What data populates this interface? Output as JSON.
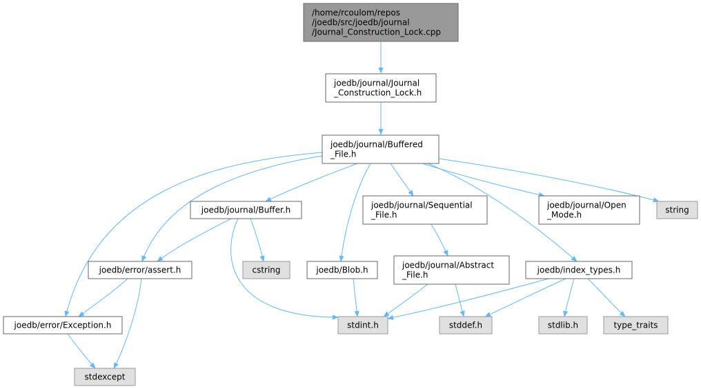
{
  "nodes": {
    "root": {
      "lines": [
        "/home/rcoulom/repos",
        "/joedb/src/joedb/journal",
        "/Journal_Construction_Lock.cpp"
      ],
      "kind": "root"
    },
    "jcl": {
      "lines": [
        "joedb/journal/Journal",
        "_Construction_Lock.h"
      ],
      "kind": "local"
    },
    "bf": {
      "lines": [
        "joedb/journal/Buffered",
        "_File.h"
      ],
      "kind": "local"
    },
    "buffer": {
      "lines": [
        "joedb/journal/Buffer.h"
      ],
      "kind": "local"
    },
    "seq": {
      "lines": [
        "joedb/journal/Sequential",
        "_File.h"
      ],
      "kind": "local"
    },
    "open": {
      "lines": [
        "joedb/journal/Open",
        "_Mode.h"
      ],
      "kind": "local"
    },
    "string": {
      "lines": [
        "string"
      ],
      "kind": "system"
    },
    "assert": {
      "lines": [
        "joedb/error/assert.h"
      ],
      "kind": "local"
    },
    "cstring": {
      "lines": [
        "cstring"
      ],
      "kind": "system"
    },
    "blob": {
      "lines": [
        "joedb/Blob.h"
      ],
      "kind": "local"
    },
    "abstract": {
      "lines": [
        "joedb/journal/Abstract",
        "_File.h"
      ],
      "kind": "local"
    },
    "index": {
      "lines": [
        "joedb/index_types.h"
      ],
      "kind": "local"
    },
    "exception": {
      "lines": [
        "joedb/error/Exception.h"
      ],
      "kind": "local"
    },
    "stdint": {
      "lines": [
        "stdint.h"
      ],
      "kind": "system"
    },
    "stddef": {
      "lines": [
        "stddef.h"
      ],
      "kind": "system"
    },
    "stdlib": {
      "lines": [
        "stdlib.h"
      ],
      "kind": "system"
    },
    "type_traits": {
      "lines": [
        "type_traits"
      ],
      "kind": "system"
    },
    "stdexcept": {
      "lines": [
        "stdexcept"
      ],
      "kind": "system"
    }
  },
  "edges": [
    [
      "root",
      "jcl"
    ],
    [
      "jcl",
      "bf"
    ],
    [
      "bf",
      "buffer"
    ],
    [
      "bf",
      "seq"
    ],
    [
      "bf",
      "open"
    ],
    [
      "bf",
      "string"
    ],
    [
      "bf",
      "assert"
    ],
    [
      "bf",
      "blob"
    ],
    [
      "bf",
      "index"
    ],
    [
      "bf",
      "exception"
    ],
    [
      "buffer",
      "assert"
    ],
    [
      "buffer",
      "cstring"
    ],
    [
      "buffer",
      "stdint"
    ],
    [
      "seq",
      "abstract"
    ],
    [
      "abstract",
      "stdint"
    ],
    [
      "abstract",
      "stddef"
    ],
    [
      "blob",
      "stdint"
    ],
    [
      "index",
      "stdint"
    ],
    [
      "index",
      "stddef"
    ],
    [
      "index",
      "stdlib"
    ],
    [
      "index",
      "type_traits"
    ],
    [
      "assert",
      "exception"
    ],
    [
      "assert",
      "stdexcept"
    ],
    [
      "exception",
      "stdexcept"
    ]
  ],
  "colors": {
    "edge": "#63b8ff",
    "root_fill": "#999999",
    "system_fill": "#e0e0e0",
    "border": "#666666"
  }
}
